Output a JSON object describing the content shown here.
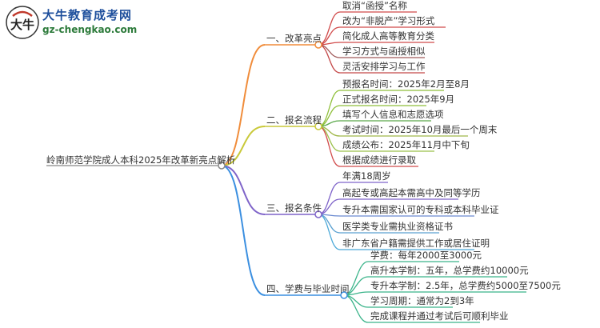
{
  "logo": {
    "brand": "大牛教育成考网",
    "domain": "gz-chengkao.com",
    "mark_text": "大牛"
  },
  "root": "岭南师范学院成人本科2025年改革新亮点解析",
  "branches": [
    {
      "label": "一、改革亮点",
      "color": "#f08c3a",
      "leaves": [
        "取消“函授”名称",
        "改为“非脱产”学习形式",
        "简化成人高等教育分类",
        "学习方式与函授相似",
        "灵活安排学习与工作"
      ]
    },
    {
      "label": "二、报名流程",
      "color": "#c9c93a",
      "leaves": [
        "预报名时间：2025年2月至8月",
        "正式报名时间：2025年9月",
        "填写个人信息和志愿选项",
        "考试时间：2025年10月最后一个周末",
        "成绩公布：2025年11月中下旬",
        "根据成绩进行录取"
      ]
    },
    {
      "label": "三、报名条件",
      "color": "#7f64c9",
      "leaves": [
        "年满18周岁",
        "高起专或高起本需高中及同等学历",
        "专升本需国家认可的专科或本科毕业证",
        "医学类专业需执业资格证书",
        "非广东省户籍需提供工作或居住证明"
      ]
    },
    {
      "label": "四、学费与毕业时间",
      "color": "#3b8fe0",
      "leaves": [
        "学费：每年2000至3000元",
        "高升本学制：五年，总学费约10000元",
        "专升本学制：2.5年，总学费约5000至7500元",
        "学习周期：通常为2到3年",
        "完成课程并通过考试后可顺利毕业"
      ]
    }
  ],
  "leaf_colors": [
    [
      "#d14b4b",
      "#d14b4b",
      "#d14b4b",
      "#a05a5a",
      "#c44848"
    ],
    [
      "#8fbf3a",
      "#8fbf3a",
      "#5aa84a",
      "#a0b84a",
      "#9bc04a",
      "#d14b4b"
    ],
    [
      "#7f64c9",
      "#7f64c9",
      "#6a8ad0",
      "#5aa0d0",
      "#4aa8d8"
    ],
    [
      "#3bb48a",
      "#3bb48a",
      "#3bb48a",
      "#3bb48a",
      "#3bb48a"
    ]
  ]
}
